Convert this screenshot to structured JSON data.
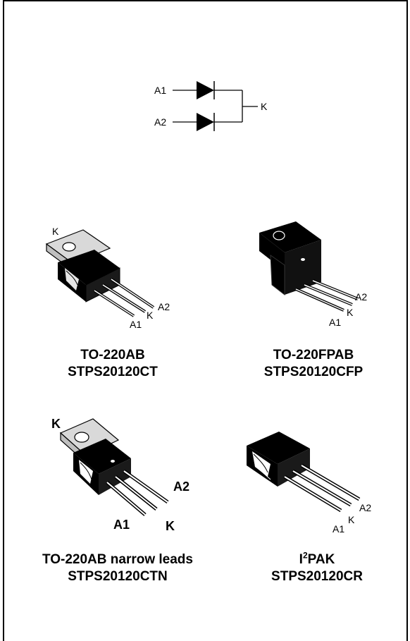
{
  "schematic": {
    "pin_a1": "A1",
    "pin_a2": "A2",
    "pin_k": "K"
  },
  "packages": [
    {
      "name": "TO-220AB",
      "part": "STPS20120CT",
      "pins": {
        "k": "K",
        "a1": "A1",
        "a2": "A2",
        "k_lead": "K"
      }
    },
    {
      "name": "TO-220FPAB",
      "part": "STPS20120CFP",
      "pins": {
        "a1": "A1",
        "a2": "A2",
        "k_lead": "K"
      }
    },
    {
      "name": "TO-220AB narrow leads",
      "part": "STPS20120CTN",
      "pins": {
        "k": "K",
        "a1": "A1",
        "a2": "A2",
        "k_lead": "K"
      }
    },
    {
      "name_prefix": "I",
      "name_sup": "2",
      "name_suffix": "PAK",
      "part": "STPS20120CR",
      "pins": {
        "a1": "A1",
        "a2": "A2",
        "k_lead": "K"
      }
    }
  ],
  "colors": {
    "body": "#000000",
    "tab": "#d9d9d9",
    "outline": "#000000",
    "background": "#ffffff"
  }
}
